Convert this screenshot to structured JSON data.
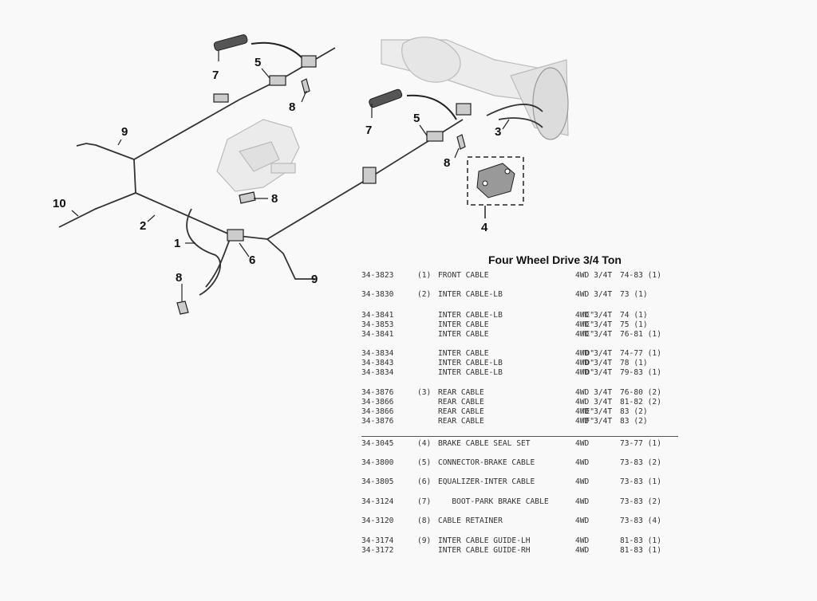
{
  "title": "Four Wheel Drive 3/4 Ton",
  "callouts": [
    "1",
    "2",
    "3",
    "4",
    "5",
    "5",
    "6",
    "7",
    "7",
    "8",
    "8",
    "8",
    "8",
    "9",
    "9",
    "10"
  ],
  "parts": [
    {
      "part": "34-3823",
      "idx": "(1)",
      "desc": "FRONT CABLE",
      "code": "",
      "app": "4WD 3/4T",
      "years": "74-83 (1)"
    },
    {
      "part": "34-3830",
      "idx": "(2)",
      "desc": "INTER CABLE-LB",
      "code": "",
      "app": "4WD 3/4T",
      "years": "73 (1)"
    },
    {
      "part": "34-3841",
      "idx": "",
      "desc": "INTER CABLE-LB",
      "code": "\"C\"",
      "app": "4WD 3/4T",
      "years": "74 (1)"
    },
    {
      "part": "34-3853",
      "idx": "",
      "desc": "INTER CABLE",
      "code": "\"C\"",
      "app": "4WD 3/4T",
      "years": "75 (1)"
    },
    {
      "part": "34-3841",
      "idx": "",
      "desc": "INTER CABLE",
      "code": "\"C\"",
      "app": "4WD 3/4T",
      "years": "76-81 (1)"
    },
    {
      "part": "34-3834",
      "idx": "",
      "desc": "INTER CABLE",
      "code": "\"D\"",
      "app": "4WD 3/4T",
      "years": "74-77 (1)"
    },
    {
      "part": "34-3843",
      "idx": "",
      "desc": "INTER CABLE-LB",
      "code": "\"D\"",
      "app": "4WD 3/4T",
      "years": "78 (1)"
    },
    {
      "part": "34-3834",
      "idx": "",
      "desc": "INTER CABLE-LB",
      "code": "\"D\"",
      "app": "4WD 3/4T",
      "years": "79-83 (1)"
    },
    {
      "part": "34-3876",
      "idx": "(3)",
      "desc": "REAR CABLE",
      "code": "",
      "app": "4WD 3/4T",
      "years": "76-80 (2)"
    },
    {
      "part": "34-3866",
      "idx": "",
      "desc": "REAR CABLE",
      "code": "",
      "app": "4WD 3/4T",
      "years": "81-82 (2)"
    },
    {
      "part": "34-3866",
      "idx": "",
      "desc": "REAR CABLE",
      "code": "\"E\"",
      "app": "4WD 3/4T",
      "years": "83 (2)"
    },
    {
      "part": "34-3876",
      "idx": "",
      "desc": "REAR CABLE",
      "code": "\"F\"",
      "app": "4WD 3/4T",
      "years": "83 (2)"
    },
    {
      "part": "34-3045",
      "idx": "(4)",
      "desc": "BRAKE CABLE SEAL SET",
      "code": "",
      "app": "4WD",
      "years": "73-77 (1)"
    },
    {
      "part": "34-3800",
      "idx": "(5)",
      "desc": "CONNECTOR-BRAKE CABLE",
      "code": "",
      "app": "4WD",
      "years": "73-83 (2)"
    },
    {
      "part": "34-3805",
      "idx": "(6)",
      "desc": "EQUALIZER-INTER CABLE",
      "code": "",
      "app": "4WD",
      "years": "73-83 (1)"
    },
    {
      "part": "34-3124",
      "idx": "(7)",
      "desc": "   BOOT-PARK BRAKE CABLE",
      "code": "",
      "app": "4WD",
      "years": "73-83 (2)"
    },
    {
      "part": "34-3120",
      "idx": "(8)",
      "desc": "CABLE RETAINER",
      "code": "",
      "app": "4WD",
      "years": "73-83 (4)"
    },
    {
      "part": "34-3174",
      "idx": "(9)",
      "desc": "INTER CABLE GUIDE-LH",
      "code": "",
      "app": "4WD",
      "years": "81-83 (1)"
    },
    {
      "part": "34-3172",
      "idx": "",
      "desc": "INTER CABLE GUIDE-RH",
      "code": "",
      "app": "4WD",
      "years": "81-83 (1)"
    }
  ]
}
